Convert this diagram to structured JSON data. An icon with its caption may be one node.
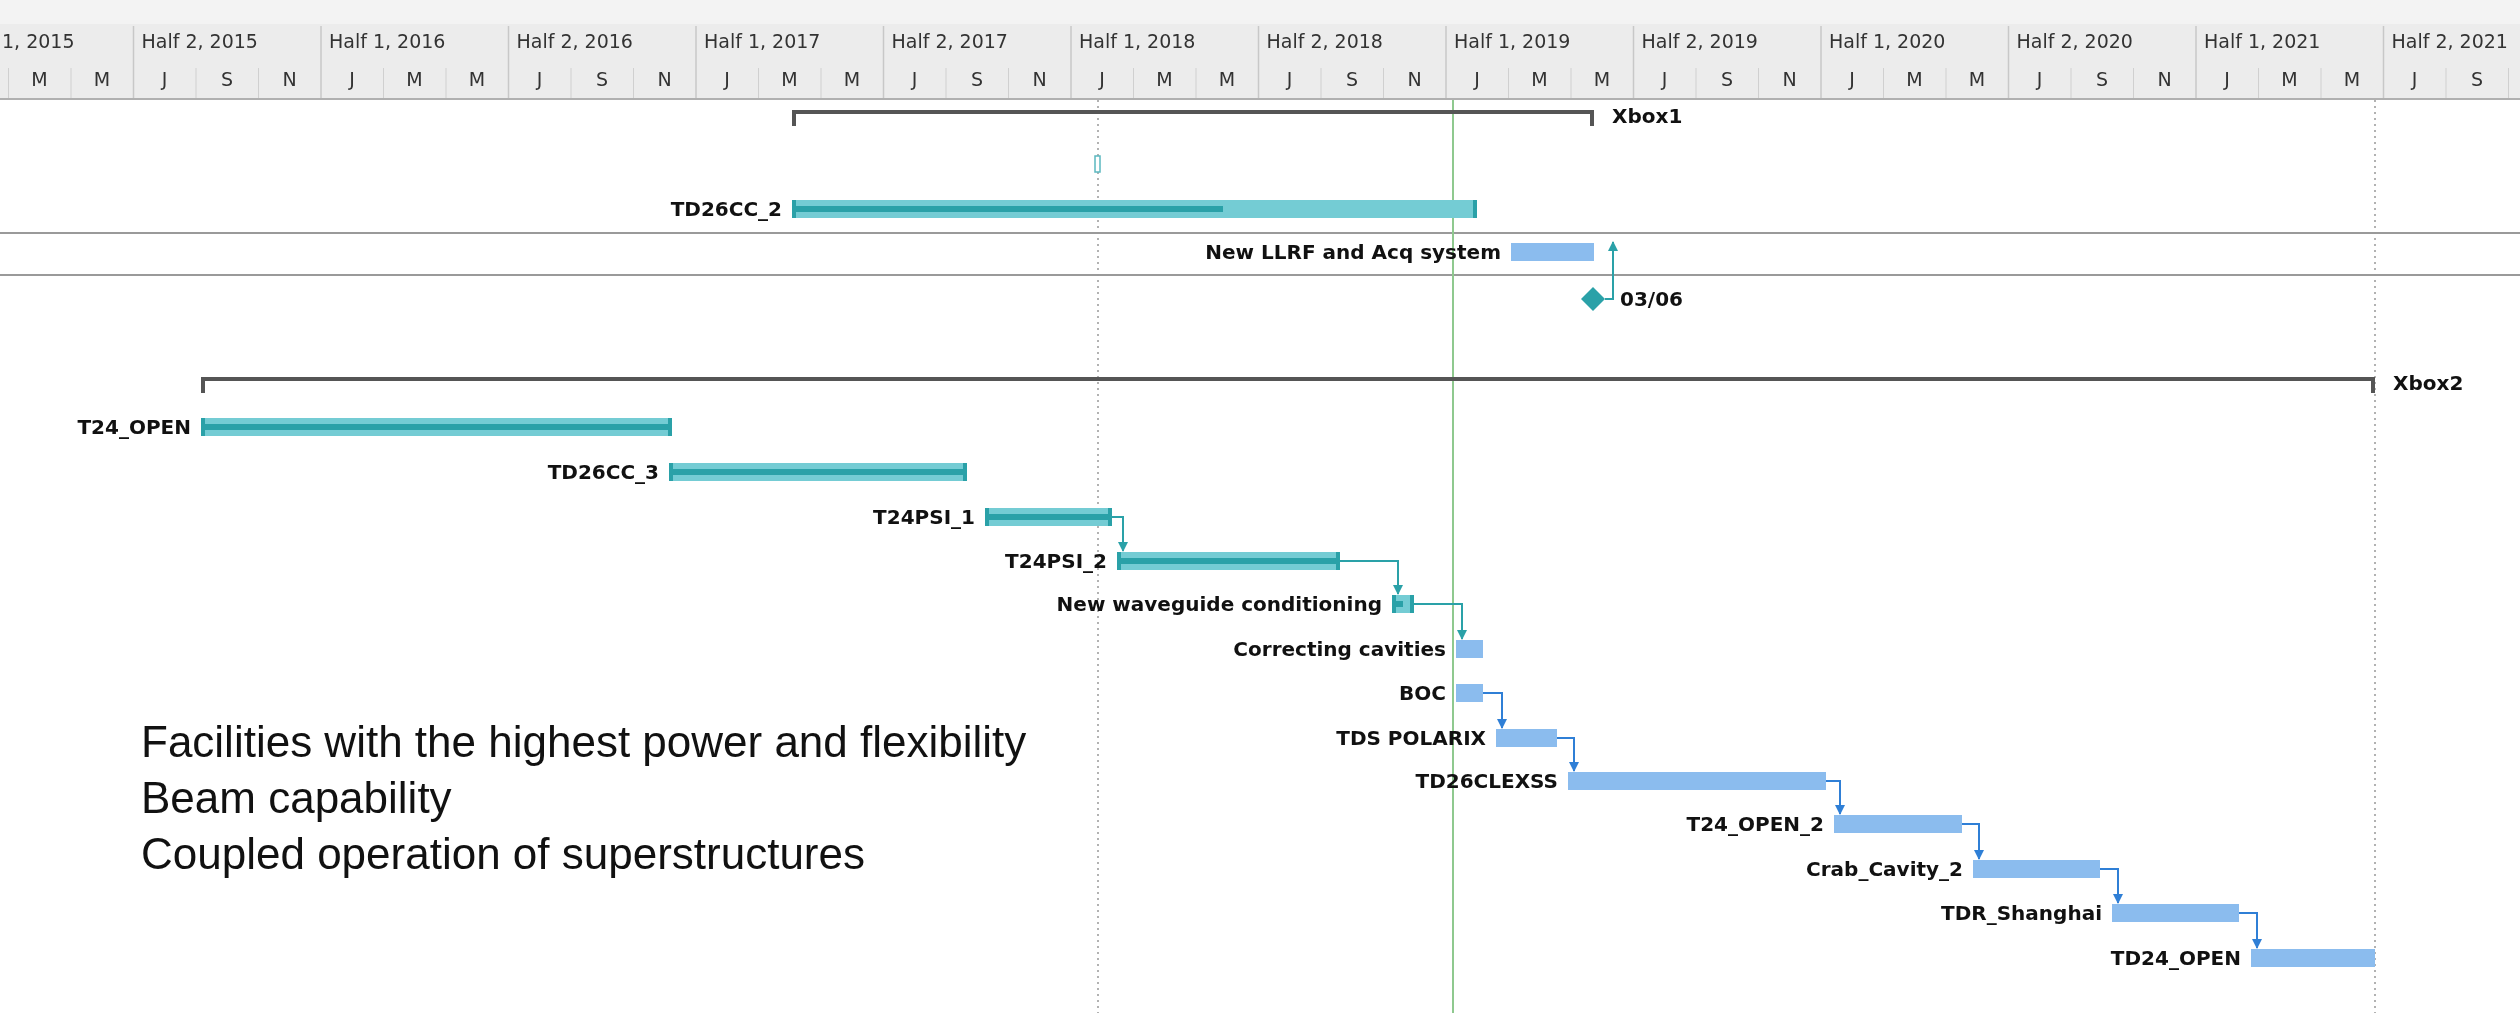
{
  "diagram": {
    "nodes": [
      {
        "text": [
          "Xbox1"
        ]
      },
      {
        "text": [
          "TD26CC_2"
        ]
      },
      {
        "text": [
          "New LLRF and Acq system"
        ]
      },
      {
        "text": [],
        "shape": "diamond",
        "beside": [
          "03/06"
        ]
      },
      {
        "text": [
          "Xbox2"
        ]
      },
      {
        "text": [
          "T24_OPEN"
        ]
      },
      {
        "text": [
          "TD26CC_3"
        ]
      },
      {
        "text": [
          "T24PSI_1"
        ]
      },
      {
        "text": [
          "T24PSI_2"
        ]
      },
      {
        "text": [
          "New waveguide conditioning"
        ]
      },
      {
        "text": [
          "Correcting cavities"
        ]
      },
      {
        "text": [
          "BOC"
        ]
      },
      {
        "text": [
          "TDS POLARIX"
        ]
      },
      {
        "text": [
          "TD26CLEXSS"
        ]
      },
      {
        "text": [
          "T24_OPEN_2"
        ]
      },
      {
        "text": [
          "Crab_Cavity_2"
        ]
      },
      {
        "text": [
          "TDR_Shanghai"
        ]
      },
      {
        "text": [
          "TD24_OPEN"
        ]
      }
    ],
    "edges": [
      {
        "from": 3,
        "to": 2,
        "arrow": "to",
        "color": "#2aa1a8"
      },
      {
        "from": 7,
        "to": 8,
        "arrow": "to",
        "color": "#2aa1a8"
      },
      {
        "from": 8,
        "to": 9,
        "arrow": "to",
        "color": "#2aa1a8"
      },
      {
        "from": 9,
        "to": 10,
        "arrow": "to",
        "color": "#2aa1a8"
      },
      {
        "from": 11,
        "to": 12,
        "arrow": "to"
      },
      {
        "from": 12,
        "to": 13,
        "arrow": "to"
      },
      {
        "from": 13,
        "to": 14,
        "arrow": "to"
      },
      {
        "from": 14,
        "to": 15,
        "arrow": "to"
      },
      {
        "from": 15,
        "to": 16,
        "arrow": "to"
      },
      {
        "from": 16,
        "to": 17,
        "arrow": "to"
      }
    ],
    "labels": [
      "1, 2015",
      "Half 2, 2015",
      "Half 1, 2016",
      "Half 2, 2016",
      "Half 1, 2017",
      "Half 2, 2017",
      "Half 1, 2018",
      "Half 2, 2018",
      "Half 1, 2019",
      "Half 2, 2019",
      "Half 1, 2020",
      "Half 2, 2020",
      "Half 1, 2021",
      "Half 2, 2021",
      "M",
      "M",
      "J",
      "S",
      "N",
      "J",
      "M",
      "M",
      "J",
      "S",
      "N",
      "J",
      "M",
      "M",
      "J",
      "S",
      "N",
      "J",
      "M",
      "M",
      "J",
      "S",
      "N",
      "J",
      "M",
      "M",
      "J",
      "S",
      "N",
      "J",
      "M",
      "M",
      "J",
      "S",
      "N",
      "J",
      "M",
      "M",
      "J",
      "S",
      "Facilities with the highest power and flexibility",
      "Beam capability",
      "Coupled operation of superstructures"
    ]
  }
}
